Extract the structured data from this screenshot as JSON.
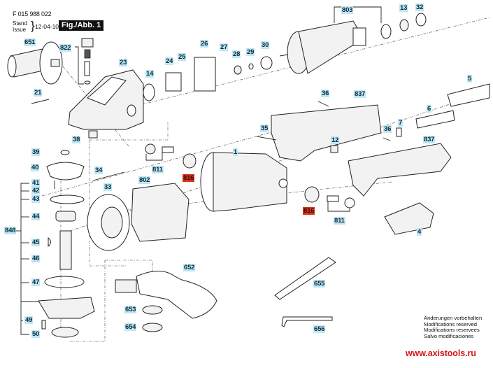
{
  "header": {
    "doc_number": "F 015 988 022",
    "stand_label": "Stand",
    "issue_label": "Issue",
    "date": "12-04-10",
    "figure": "Fig./Abb. 1"
  },
  "parts": {
    "p651": "651",
    "p822": "822",
    "p23": "23",
    "p21": "21",
    "p38": "38",
    "p14": "14",
    "p24": "24",
    "p25": "25",
    "p26": "26",
    "p27": "27",
    "p28": "28",
    "p29": "29",
    "p30": "30",
    "p803": "803",
    "p13": "13",
    "p32": "32",
    "p5": "5",
    "p6": "6",
    "p7": "7",
    "p36a": "36",
    "p36b": "36",
    "p837a": "837",
    "p837b": "837",
    "p35": "35",
    "p12": "12",
    "p1": "1",
    "p811a": "811",
    "p811b": "811",
    "p816a": "816",
    "p816b": "816",
    "p802": "802",
    "p34": "34",
    "p33": "33",
    "p39": "39",
    "p40": "40",
    "p41": "41",
    "p42": "42",
    "p43": "43",
    "p44": "44",
    "p45": "45",
    "p46": "46",
    "p47": "47",
    "p49": "49",
    "p50": "50",
    "p848": "848",
    "p4": "4",
    "p652": "652",
    "p653": "653",
    "p654": "654",
    "p655": "655",
    "p656": "656"
  },
  "highlighted_parts": [
    "816"
  ],
  "colors": {
    "label_bg": "#bfe6f5",
    "highlight_bg": "#d8331c",
    "watermark": "#d4161b"
  },
  "notes": {
    "line1": "Änderungen vorbehalten",
    "line2": "Modifications reserved",
    "line3": "Modifications reservees",
    "line4": "Salvo modificaciones"
  },
  "watermark": "www.axistools.ru"
}
